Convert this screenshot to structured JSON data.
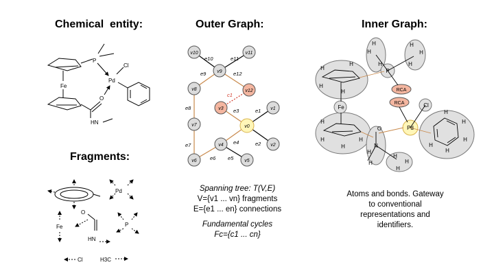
{
  "headings": {
    "chemical_entity": "Chemical  entity:",
    "outer_graph": "Outer Graph:",
    "inner_graph": "Inner Graph:",
    "fragments": "Fragments:"
  },
  "outer_caption": {
    "line1": "Spanning tree: T(V,E)",
    "line2": "V={v1 ... vn} fragments",
    "line3": "E={e1 ... en} connections",
    "line4": "Fundamental cycles",
    "line5": "Fc={c1 ... cn}"
  },
  "inner_caption": {
    "line1": "Atoms and bonds. Gateway",
    "line2": "to conventional",
    "line3": "representations and",
    "line4": "identifiers."
  },
  "molecule_labels": {
    "fe": "Fe",
    "p": "P",
    "pd": "Pd",
    "cl": "Cl",
    "o": "O",
    "nh": "HN"
  },
  "fragment_labels": {
    "pd": "Pd",
    "fe": "Fe",
    "o": "O",
    "hn": "HN",
    "p": "P",
    "cl": "Cl",
    "h3c": "H3C"
  },
  "outer_nodes": [
    "v10",
    "v11",
    "v9",
    "v8",
    "v12",
    "v3",
    "v0",
    "v1",
    "v7",
    "v4",
    "v2",
    "v6",
    "v5"
  ],
  "outer_edges": [
    "e10",
    "e11",
    "e9",
    "e12",
    "c1",
    "e8",
    "e3",
    "e1",
    "e4",
    "e2",
    "e7",
    "e6",
    "e5"
  ],
  "inner_labels": {
    "rca1": "RCA",
    "rca2": "RCA",
    "p": "P",
    "pd": "Pd",
    "cl": "Cl",
    "fe": "Fe",
    "o": "O",
    "n": "N",
    "h": "H"
  },
  "colors": {
    "node_fill": "#dcdcdc",
    "node_stroke": "#555555",
    "highlight_orange": "#f4b6a0",
    "highlight_yellow": "#fff6b8",
    "tree_edge": "#c8884a",
    "cycle_edge": "#d23a2a"
  }
}
